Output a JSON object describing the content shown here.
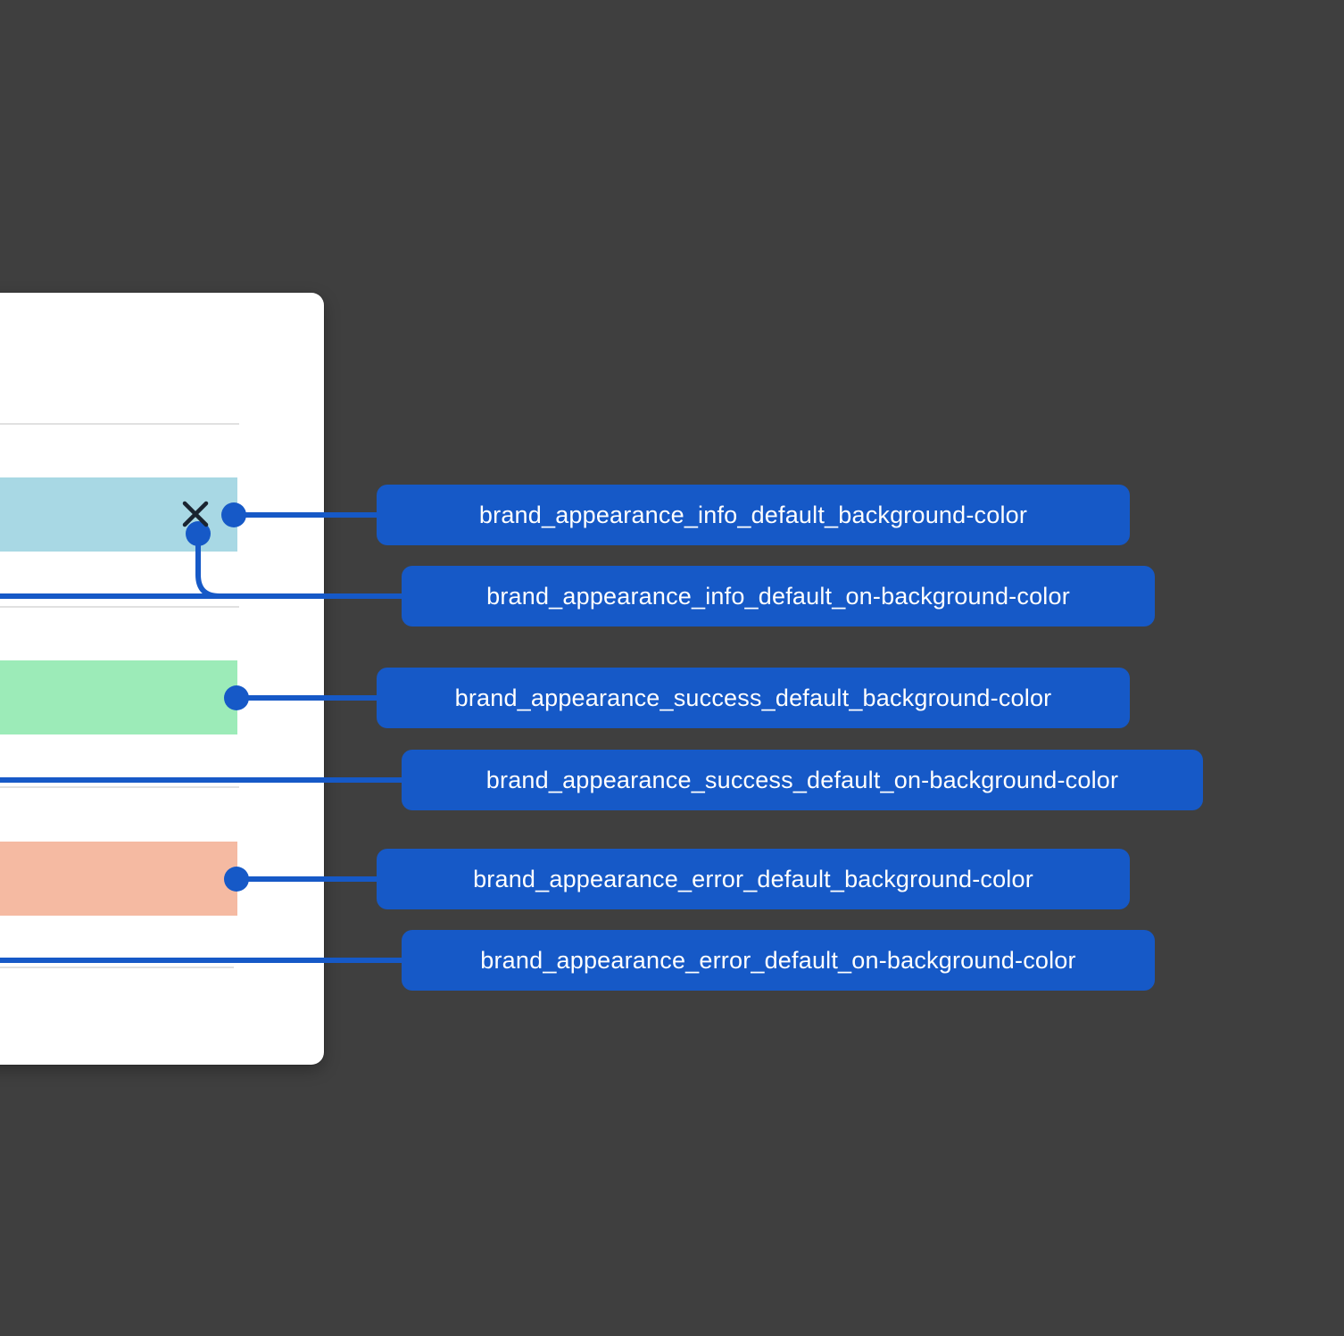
{
  "colors": {
    "canvas_background": "#3F3F3F",
    "card_background": "#FFFFFF",
    "divider": "#E1E1E1",
    "accent": "#1659C7",
    "close_icon": "#1A2430",
    "label_text": "#FFFFFF"
  },
  "card": {
    "banners": [
      {
        "name": "info",
        "swatch_color": "#A8D8E4"
      },
      {
        "name": "success",
        "swatch_color": "#9CEBB8"
      },
      {
        "name": "error",
        "swatch_color": "#F5BAA2"
      }
    ]
  },
  "labels": [
    {
      "text": "brand_appearance_info_default_background-color"
    },
    {
      "text": "brand_appearance_info_default_on-background-color"
    },
    {
      "text": "brand_appearance_success_default_background-color"
    },
    {
      "text": "brand_appearance_success_default_on-background-color"
    },
    {
      "text": "brand_appearance_error_default_background-color"
    },
    {
      "text": "brand_appearance_error_default_on-background-color"
    }
  ]
}
